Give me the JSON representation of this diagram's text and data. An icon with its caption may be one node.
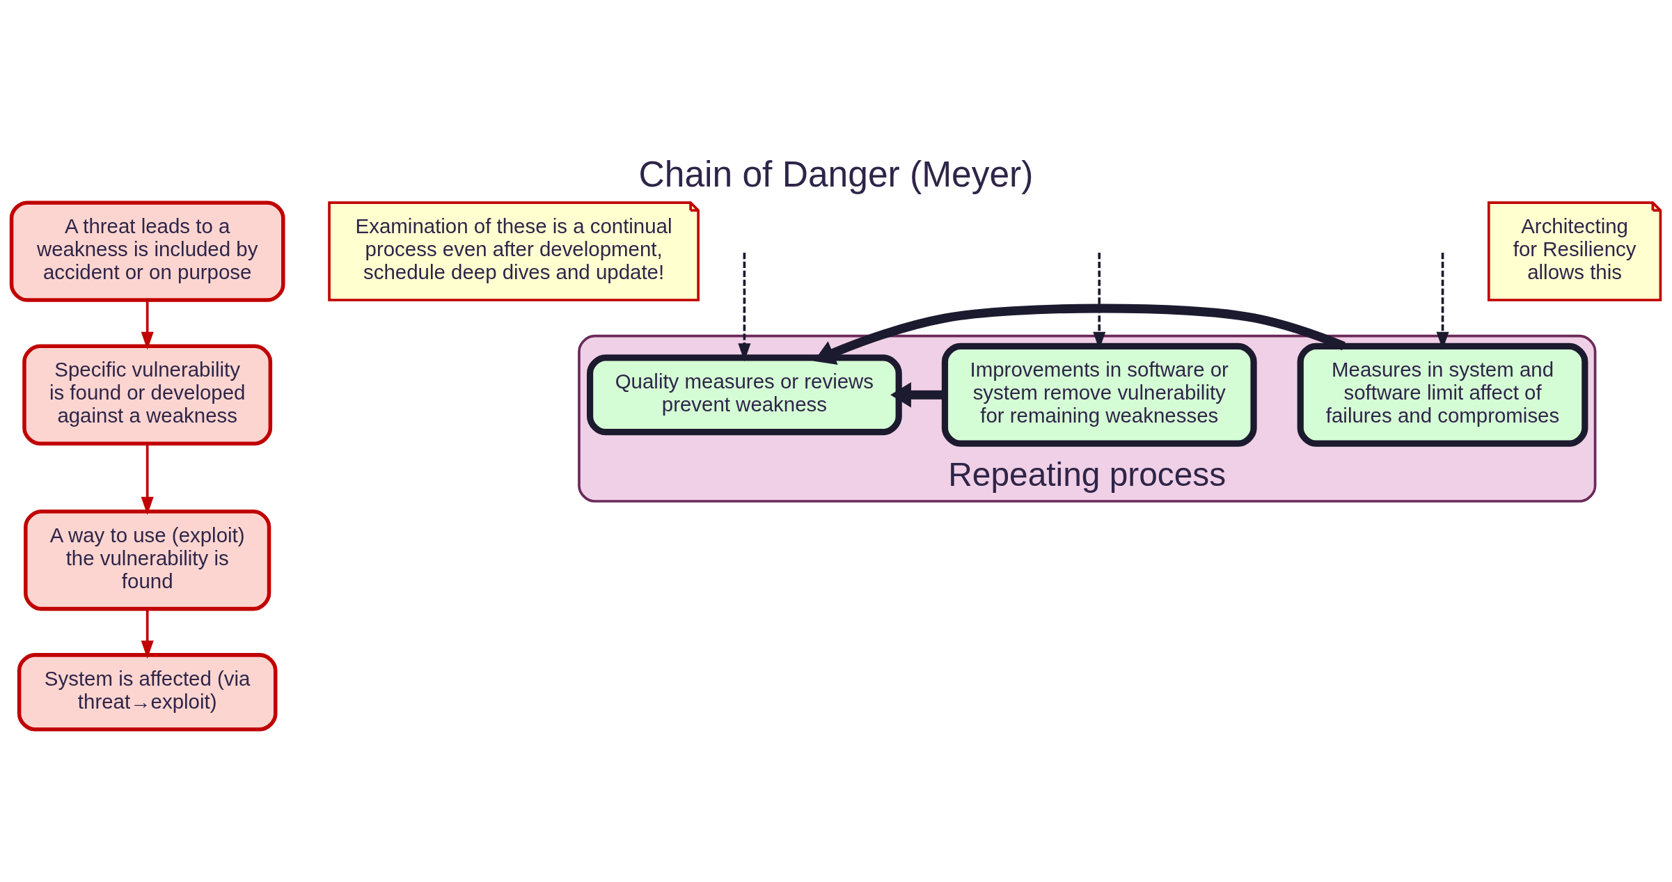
{
  "diagram": {
    "title": "Chain of Danger (Meyer)",
    "nodes": [
      {
        "text": [
          "A threat leads to a weakness is included by accident or on purpose"
        ]
      },
      {
        "text": [
          "Specific vulnerability is found or developed against a weakness"
        ]
      },
      {
        "text": [
          "Examination of these is a continual process even after development, schedule deep dives and update!"
        ]
      },
      {
        "text": [
          "A way to use (exploit) the vulnerability is found"
        ]
      },
      {
        "text": [
          "System is affected (via threat→exploit)"
        ]
      },
      {
        "text": [
          "Repeating process"
        ]
      },
      {
        "text": [
          "Quality measures or reviews prevent weakness"
        ],
        "in": 5
      },
      {
        "text": [
          "Improvements in software or system remove vulnerability for remaining weaknesses"
        ],
        "in": 5
      },
      {
        "text": [
          "Measures in system and software limit affect of failures and compromises"
        ],
        "in": 5
      },
      {
        "text": [
          "Architecting for Resiliency allows this"
        ]
      }
    ],
    "edges": [
      {
        "from": 0,
        "to": 1,
        "arrow": "to",
        "color": "#c00000"
      },
      {
        "from": 1,
        "to": 3,
        "arrow": "to",
        "color": "#c00000"
      },
      {
        "from": 3,
        "to": 4,
        "arrow": "to",
        "color": "#c00000"
      },
      {
        "from": null,
        "to": 6,
        "arrow": "to",
        "style": "dashed"
      },
      {
        "from": null,
        "to": 7,
        "arrow": "to",
        "style": "dashed"
      },
      {
        "from": null,
        "to": 8,
        "arrow": "to",
        "style": "dashed"
      },
      {
        "from": 7,
        "to": 6,
        "arrow": "to",
        "style": "thick"
      },
      {
        "from": 8,
        "to": 6,
        "arrow": "to",
        "style": "thick"
      }
    ]
  }
}
